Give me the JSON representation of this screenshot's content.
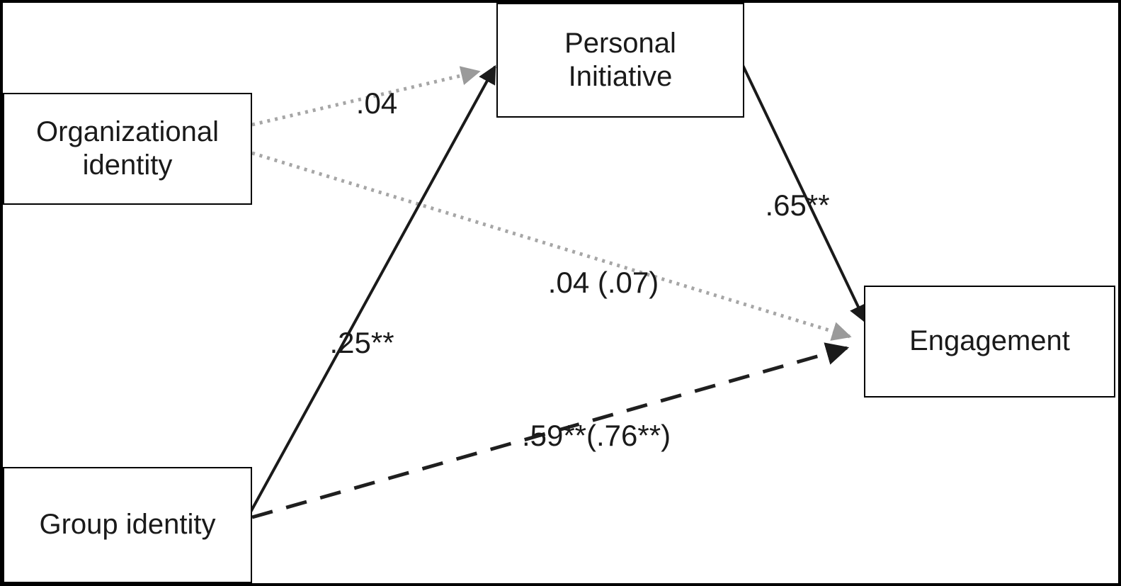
{
  "diagram": {
    "title": "Path model: identity, personal initiative and engagement",
    "nodes": {
      "organizational_identity": {
        "label": "Organizational identity"
      },
      "personal_initiative": {
        "label": "Personal Initiative"
      },
      "engagement": {
        "label": "Engagement"
      },
      "group_identity": {
        "label": "Group identity"
      }
    },
    "paths": [
      {
        "from": "Organizational identity",
        "to": "Personal Initiative",
        "coefficient": ".04",
        "style": "dotted"
      },
      {
        "from": "Organizational identity",
        "to": "Engagement",
        "coefficient": ".04 (.07)",
        "style": "dotted"
      },
      {
        "from": "Group identity",
        "to": "Personal Initiative",
        "coefficient": ".25**",
        "style": "solid"
      },
      {
        "from": "Group identity",
        "to": "Engagement",
        "coefficient": ".59**(.76**)",
        "style": "dashed"
      },
      {
        "from": "Personal Initiative",
        "to": "Engagement",
        "coefficient": ".65**",
        "style": "solid"
      }
    ],
    "colors": {
      "background": "#ffffff",
      "border": "#000000",
      "solid_line": "#1a1a1a",
      "dashed_line": "#1f1f1f",
      "dotted_line": "#a6a6a6"
    }
  }
}
